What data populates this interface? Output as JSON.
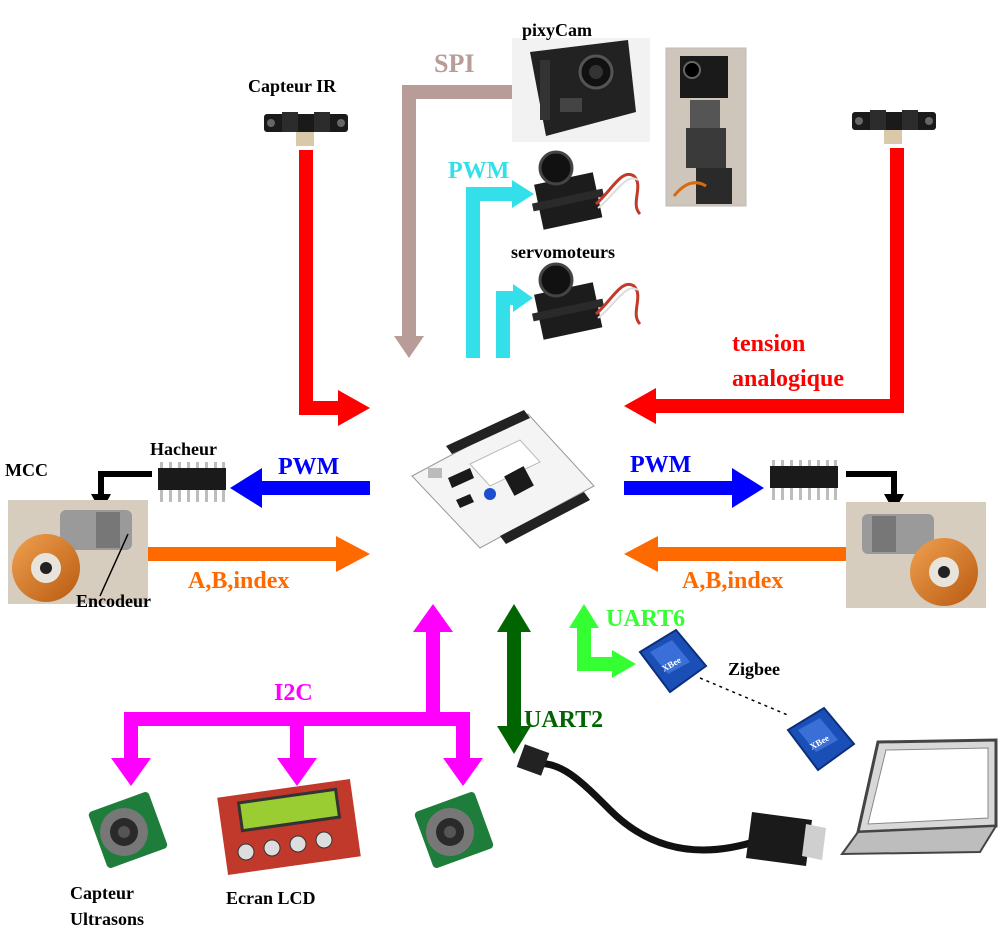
{
  "colors": {
    "spi": "#b79c98",
    "pwm_servo": "#33e0ea",
    "ir_analog": "#ff0000",
    "motor_pwm": "#0000ff",
    "encoder": "#ff6a00",
    "i2c": "#ff00ff",
    "uart2": "#006400",
    "uart6": "#33ff33",
    "black": "#000000"
  },
  "labels": {
    "pixycam": "pixyCam",
    "spi": "SPI",
    "capteur_ir": "Capteur IR",
    "pwm_servo": "PWM",
    "servomoteurs": "servomoteurs",
    "tension_line1": "tension",
    "tension_line2": "analogique",
    "mcc": "MCC",
    "hacheur": "Hacheur",
    "pwm_left": "PWM",
    "pwm_right": "PWM",
    "abindex_left": "A,B,index",
    "abindex_right": "A,B,index",
    "encodeur": "Encodeur",
    "uart6": "UART6",
    "zigbee": "Zigbee",
    "i2c": "I2C",
    "uart2": "UART2",
    "ultrasons_line1": "Capteur",
    "ultrasons_line2": "Ultrasons",
    "ecran_lcd": "Ecran LCD",
    "xbee": "XBee"
  }
}
